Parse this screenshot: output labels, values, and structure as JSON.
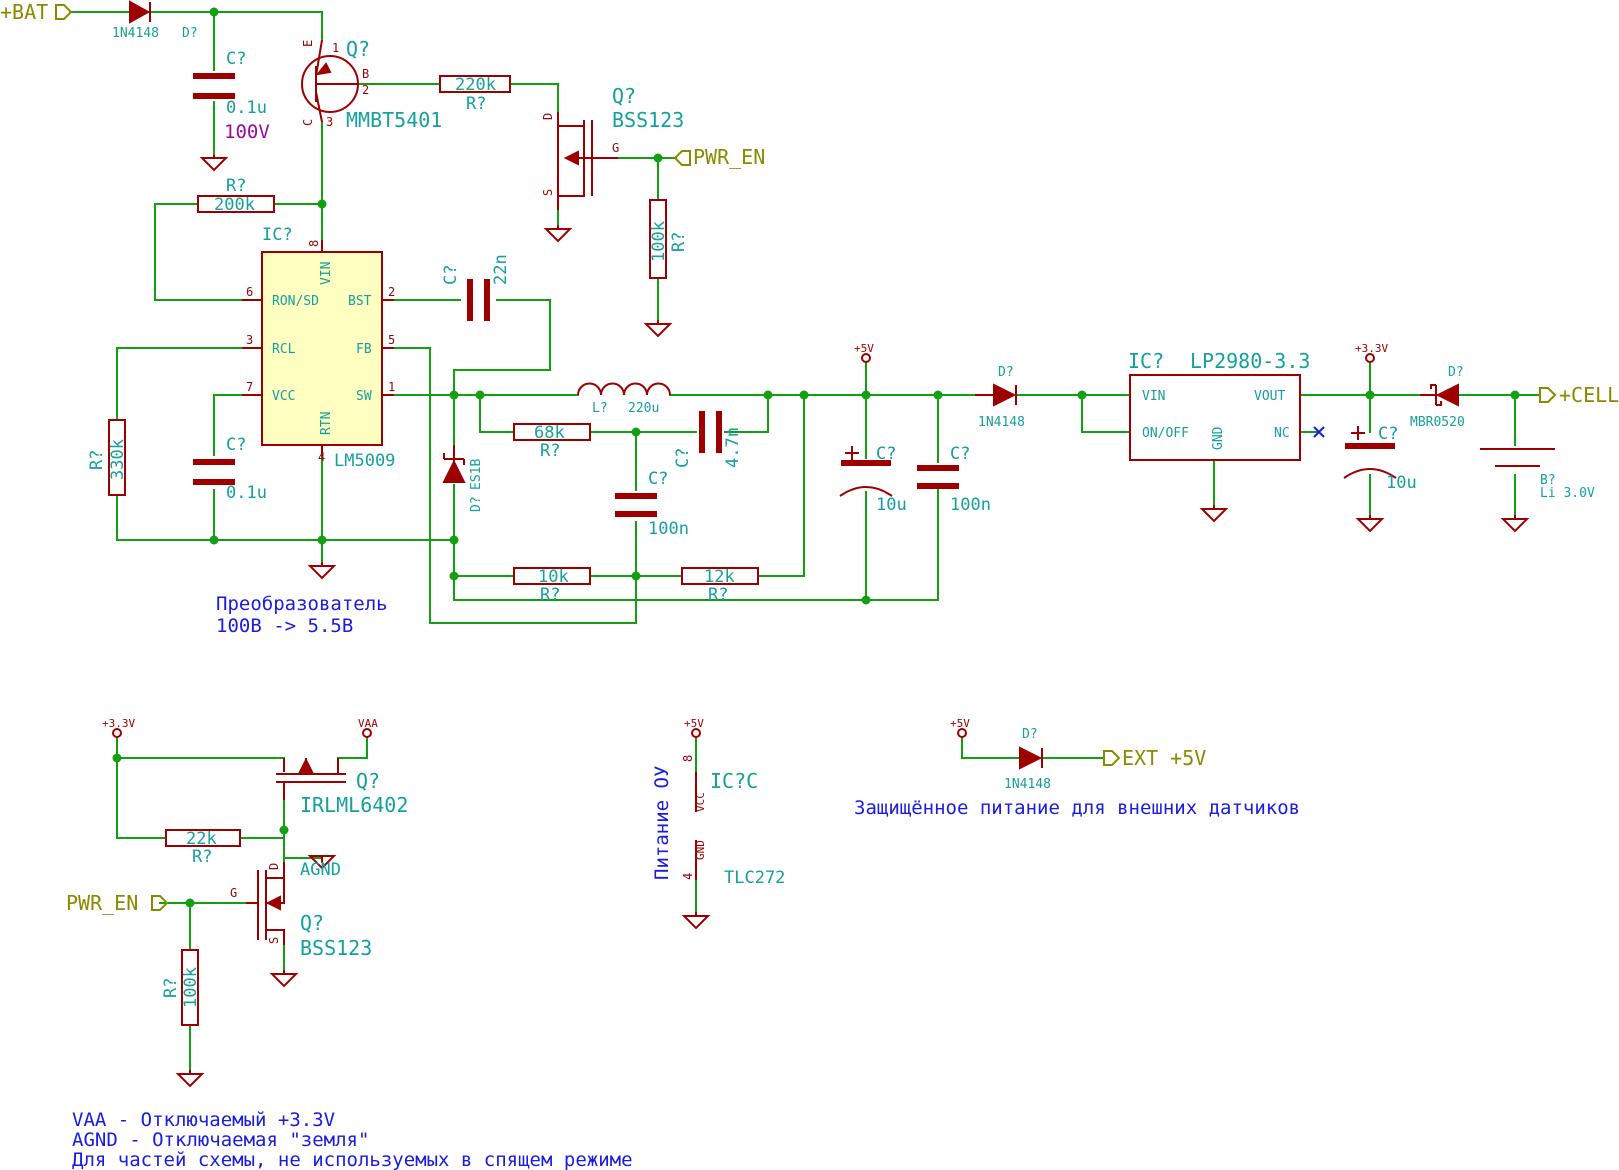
{
  "labels": {
    "bat": "+BAT",
    "pwr_en_top": "PWR_EN",
    "pwr_en_bottom": "PWR_EN",
    "cell": "+CELL",
    "ext5v": "EXT +5V"
  },
  "power": {
    "p5v_a": "+5V",
    "p33v_a": "+3.3V",
    "p33v_b": "+3.3V",
    "vaa": "VAA",
    "p5v_b": "+5V",
    "p5v_c": "+5V"
  },
  "components": {
    "d_bat": {
      "ref": "D?",
      "value": "1N4148"
    },
    "c_in": {
      "ref": "C?",
      "value": "0.1u",
      "voltage": "100V"
    },
    "q_pnp": {
      "ref": "Q?",
      "value": "MMBT5401"
    },
    "r_220k": {
      "ref": "R?",
      "value": "220k"
    },
    "q_bss_top": {
      "ref": "Q?",
      "value": "BSS123"
    },
    "r_100k_top": {
      "ref": "R?",
      "value": "100k"
    },
    "r_200k": {
      "ref": "R?",
      "value": "200k"
    },
    "ic_lm": {
      "ref": "IC?",
      "value": "LM5009"
    },
    "c_22n": {
      "ref": "C?",
      "value": "22n"
    },
    "r_330k": {
      "ref": "R?",
      "value": "330k"
    },
    "c_vcc": {
      "ref": "C?",
      "value": "0.1u"
    },
    "d_es1b": {
      "ref": "D?",
      "value": "ES1B"
    },
    "l_220u": {
      "ref": "L?",
      "value": "220u"
    },
    "r_68k": {
      "ref": "R?",
      "value": "68k"
    },
    "c_47n": {
      "ref": "C?",
      "value": "4.7n"
    },
    "c_100n_a": {
      "ref": "C?",
      "value": "100n"
    },
    "c_10u_a": {
      "ref": "C?",
      "value": "10u"
    },
    "c_100n_b": {
      "ref": "C?",
      "value": "100n"
    },
    "r_10k": {
      "ref": "R?",
      "value": "10k"
    },
    "r_12k": {
      "ref": "R?",
      "value": "12k"
    },
    "d_ldo": {
      "ref": "D?",
      "value": "1N4148"
    },
    "ic_ldo": {
      "ref": "IC?",
      "value": "LP2980-3.3"
    },
    "c_10u_b": {
      "ref": "C?",
      "value": "10u"
    },
    "d_mbr": {
      "ref": "D?",
      "value": "MBR0520"
    },
    "batt": {
      "ref": "B?",
      "value": "Li 3.0V"
    },
    "q_irl": {
      "ref": "Q?",
      "value": "IRLML6402"
    },
    "r_22k": {
      "ref": "R?",
      "value": "22k"
    },
    "q_bss_bot": {
      "ref": "Q?",
      "value": "BSS123"
    },
    "r_100k_bot": {
      "ref": "R?",
      "value": "100k"
    },
    "ic_opamp": {
      "ref": "IC?C",
      "value": "TLC272"
    },
    "d_ext": {
      "ref": "D?",
      "value": "1N4148"
    }
  },
  "pins": {
    "lm_vin": "VIN",
    "lm_ron": "RON/SD",
    "lm_bst": "BST",
    "lm_rcl": "RCL",
    "lm_fb": "FB",
    "lm_vcc": "VCC",
    "lm_sw": "SW",
    "lm_rtn": "RTN",
    "ldo_vin": "VIN",
    "ldo_onoff": "ON/OFF",
    "ldo_gnd": "GND",
    "ldo_vout": "VOUT",
    "ldo_nc": "NC",
    "op_vcc": "VCC",
    "op_gnd": "GND",
    "agnd": "AGND"
  },
  "notes": {
    "converter_1": "Преобразователь",
    "converter_2": "100В -> 5.5В",
    "opamp_power": "Питание ОУ",
    "ext_power": "Защищённое питание для внешних датчиков",
    "vaa_1": "VAA - Отключаемый +3.3V",
    "vaa_2": "AGND - Отключаемая \"земля\"",
    "vaa_3": "Для частей схемы, не используемых в спящем режиме"
  },
  "colors": {
    "wire": "#139f13",
    "part": "#9c0000",
    "text": "#15a09e",
    "label": "#8a8a00",
    "note": "#1a1ae0",
    "ic_fill": "#ffffc2"
  }
}
